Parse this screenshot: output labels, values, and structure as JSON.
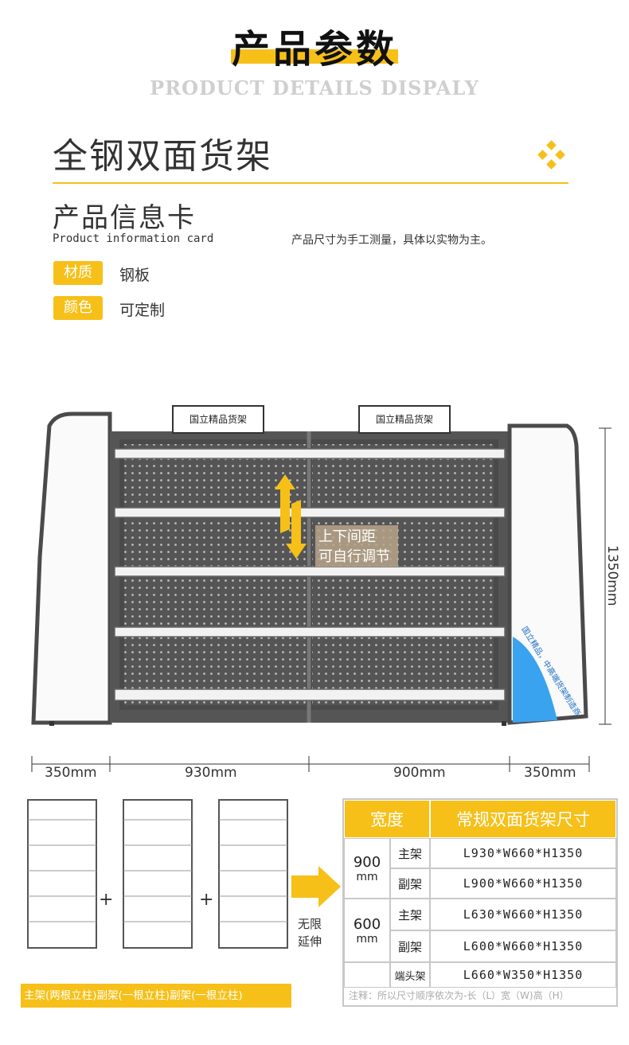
{
  "header": {
    "title": "产品参数",
    "subtitle": "PRODUCT DETAILS DISPALY"
  },
  "product": {
    "name": "全钢双面货架"
  },
  "card": {
    "title": "产品信息卡",
    "title_en": "Product information card",
    "note": "产品尺寸为手工测量，具体以实物为主。",
    "material_label": "材质",
    "material_value": "钢板",
    "color_label": "颜色",
    "color_value": "可定制"
  },
  "shelf_image": {
    "sign_left": "国立精品货架",
    "sign_right": "国立精品货架",
    "adjust_line1": "上下间距",
    "adjust_line2": "可自行调节",
    "end_cap_text": "国立精品，中高端货架制造商",
    "height_label": "1350mm"
  },
  "widths": [
    "350mm",
    "930mm",
    "900mm",
    "350mm"
  ],
  "assembly": {
    "plus": "+",
    "extend_line1": "无限",
    "extend_line2": "延伸",
    "caption": "主架(两根立柱)副架(一根立柱)副架(一根立柱)"
  },
  "size_table": {
    "header_width": "宽度",
    "header_size": "常规双面货架尺寸",
    "groups": [
      {
        "width": "900",
        "unit": "mm",
        "rows": [
          {
            "type": "主架",
            "size": "L930*W660*H1350"
          },
          {
            "type": "副架",
            "size": "L900*W660*H1350"
          }
        ]
      },
      {
        "width": "600",
        "unit": "mm",
        "rows": [
          {
            "type": "主架",
            "size": "L630*W660*H1350"
          },
          {
            "type": "副架",
            "size": "L600*W660*H1350"
          }
        ]
      }
    ],
    "end_row": {
      "type": "端头架",
      "size": "L660*W350*H1350"
    },
    "note": "注释：所以尺寸顺序依次为-长（L）宽（W)高（H）"
  },
  "colors": {
    "accent": "#f6c019",
    "frame": "#4a4a4a",
    "end_cap_blue": "#3aa3f0"
  }
}
